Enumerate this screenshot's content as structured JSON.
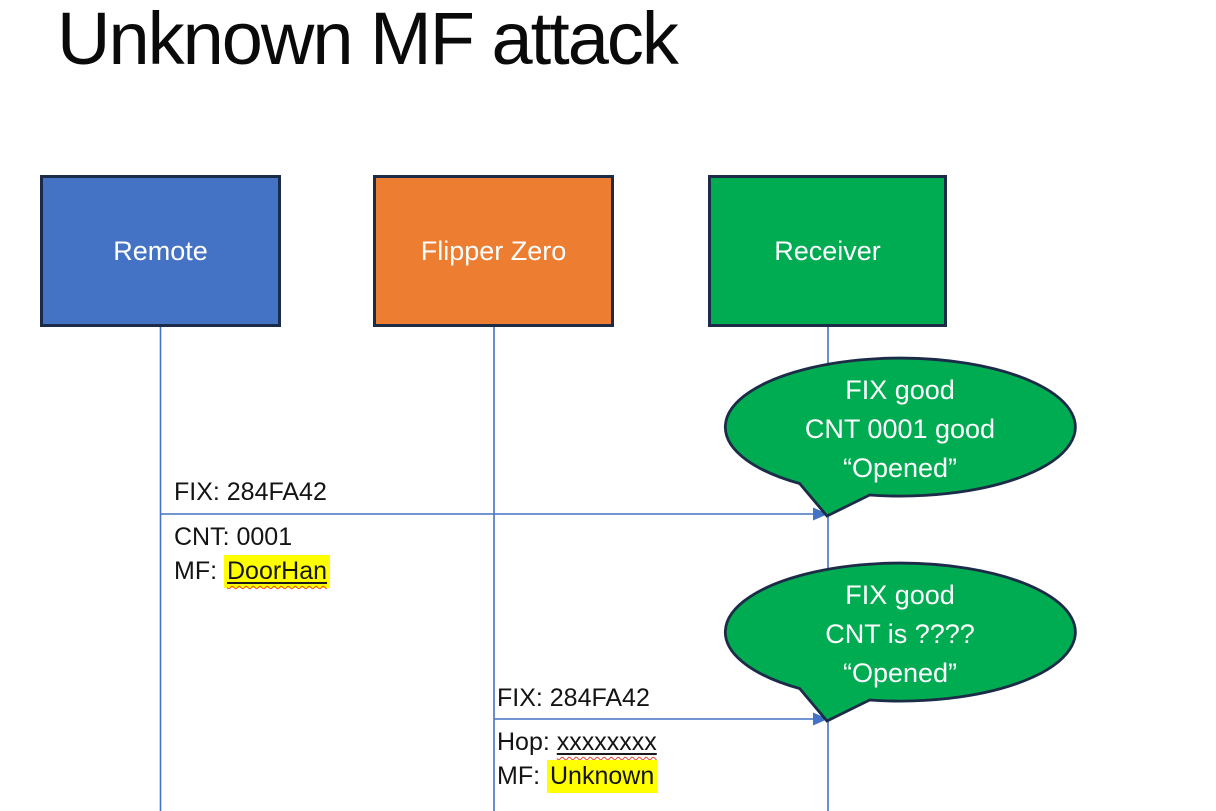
{
  "slide": {
    "title": "Unknown MF attack"
  },
  "actors": [
    {
      "label": "Remote",
      "fill": "#4472C4"
    },
    {
      "label": "Flipper Zero",
      "fill": "#ED7D31"
    },
    {
      "label": "Receiver",
      "fill": "#00AC52"
    }
  ],
  "messages": [
    {
      "from": "Remote",
      "to": "Receiver",
      "fix": "FIX: 284FA42",
      "cnt": "CNT: 0001",
      "mf_prefix": "MF: ",
      "mf_value": "DoorHan"
    },
    {
      "from": "Flipper Zero",
      "to": "Receiver",
      "fix": "FIX: 284FA42",
      "hop_prefix": "Hop: ",
      "hop_value": "xxxxxxxx",
      "mf_prefix": "MF: ",
      "mf_value": "Unknown"
    }
  ],
  "callouts": [
    {
      "line1": "FIX good",
      "line2": "CNT 0001 good",
      "line3": "“Opened”"
    },
    {
      "line1": "FIX good",
      "line2": "CNT is ????",
      "line3": "“Opened”"
    }
  ],
  "colors": {
    "actor_remote_fill": "#4472C4",
    "actor_flipper_fill": "#ED7D31",
    "actor_receiver_fill": "#00AC52",
    "callout_fill": "#00AC52",
    "shape_border": "#1C2B47",
    "line_accent": "#4472C4",
    "highlight": "#FFFF00",
    "spellcheck_underline": "#E8442B",
    "text_dark": "#141414",
    "text_light": "#FFFFFF"
  }
}
